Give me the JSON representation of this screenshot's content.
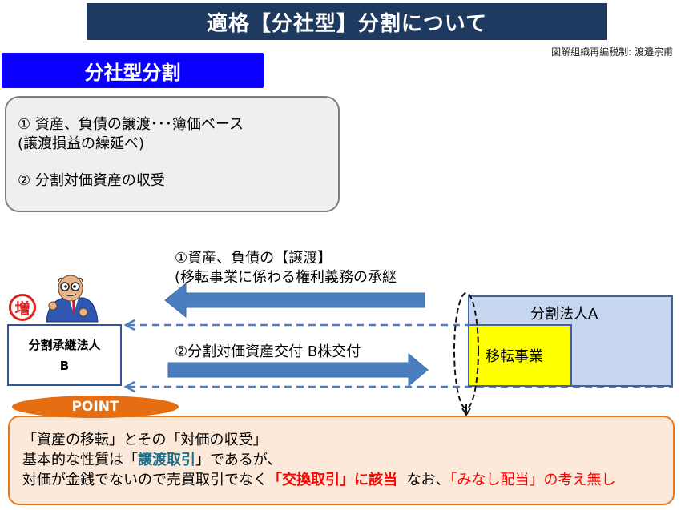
{
  "header": {
    "title": "適格【分社型】分割について",
    "credit": "図解組織再編税制: 渡邉宗甫"
  },
  "section": {
    "label": "分社型分割"
  },
  "summary": {
    "lines": [
      "①  資産、負債の譲渡･･･簿価ベース",
      "(譲渡損益の繰延べ)",
      "②  分割対価資産の収受"
    ]
  },
  "diagram": {
    "transfer_label_line1": "①資産、負債の【譲渡】",
    "transfer_label_line2": "(移転事業に係わる権利義務の承継",
    "consideration_label": "②分割対価資産交付   B株交付",
    "successor": {
      "line1": "分割承継法人",
      "line2": "B"
    },
    "increase_badge": "増",
    "splitting_company": "分割法人A",
    "transferred_business": "移転事業",
    "colors": {
      "arrow": "#4a7ebf",
      "dashed_line": "#4a7ebf",
      "successor_border": "#2e5597",
      "company_fill": "#c5d6ee",
      "business_fill": "#ffff00"
    }
  },
  "point": {
    "badge": "POINT",
    "line1": "「資産の移転」とその「対価の収受」",
    "line2_pre": "基本的な性質は「",
    "line2_emph": "譲渡取引",
    "line2_post": "」であるが、",
    "line3_pre": "対価が金銭でないので売買取引でなく",
    "line3_emph": "「交換取引」に該当",
    "line3_mid": "  なお、",
    "line3_emph2": "「みなし配当」の考え無し",
    "colors": {
      "fill": "#fde9da",
      "border": "#e7791f",
      "badge": "#e56d12"
    }
  }
}
